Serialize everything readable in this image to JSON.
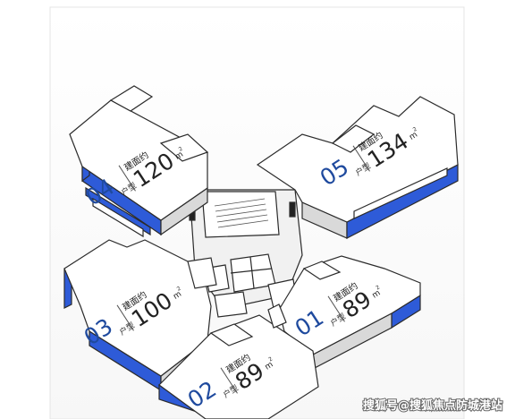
{
  "units": [
    {
      "num": "04",
      "type_label": "户型",
      "area_label": "建面约",
      "area": "120",
      "unit": "m",
      "unit_sup": "2"
    },
    {
      "num": "05",
      "type_label": "户型",
      "area_label": "建面约",
      "area": "134",
      "unit": "m",
      "unit_sup": "2"
    },
    {
      "num": "03",
      "type_label": "户型",
      "area_label": "建面约",
      "area": "100",
      "unit": "m",
      "unit_sup": "2"
    },
    {
      "num": "01",
      "type_label": "户型",
      "area_label": "建面约",
      "area": "89",
      "unit": "m",
      "unit_sup": "2"
    },
    {
      "num": "02",
      "type_label": "户型",
      "area_label": "建面约",
      "area": "89",
      "unit": "m",
      "unit_sup": "2"
    }
  ],
  "watermark": "搜狐号@搜狐焦点防城港站",
  "colors": {
    "wall": "#ffffff",
    "outline": "#2b2b2b",
    "glass": "#2e5bd8",
    "shadow": "#d9d9d9",
    "label_blue": "#1f4a9e"
  }
}
